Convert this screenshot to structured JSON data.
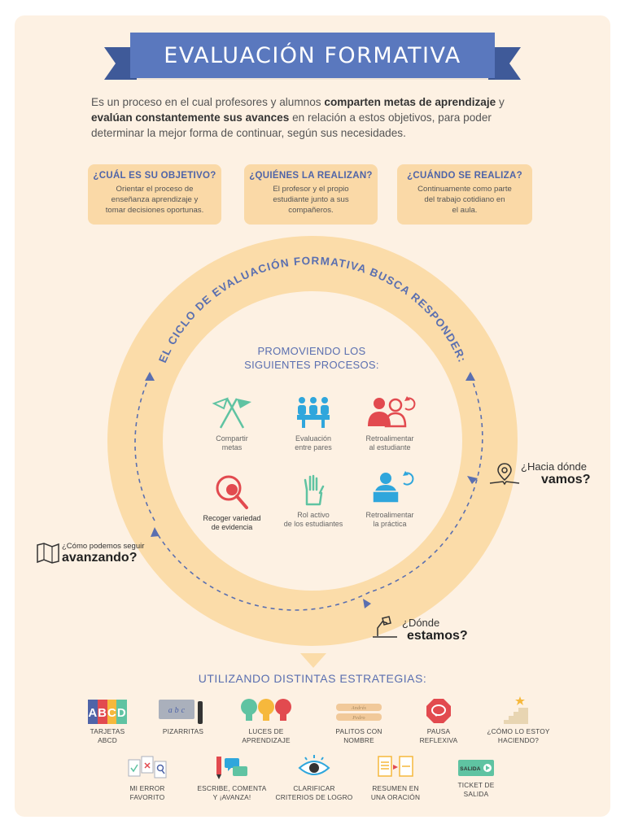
{
  "title": "EVALUACIÓN FORMATIVA",
  "intro": {
    "p1": "Es un proceso en el cual profesores y alumnos ",
    "b1": "comparten metas de aprendizaje",
    "p2": " y ",
    "b2": "evalúan constantemente sus avances",
    "p3": " en relación a estos objetivos, para poder determinar la mejor forma de continuar, según sus necesidades."
  },
  "info_boxes": [
    {
      "heading": "¿CUÁL ES SU OBJETIVO?",
      "line1": "Orientar el proceso de",
      "line2": "enseñanza aprendizaje y",
      "line3": "tomar decisiones oportunas."
    },
    {
      "heading": "¿QUIÉNES LA REALIZAN?",
      "line1": "El profesor y el propio",
      "line2": "estudiante junto a sus",
      "line3": "compañeros."
    },
    {
      "heading": "¿CUÁNDO SE REALIZA?",
      "line1": "Continuamente como parte",
      "line2": "del trabajo cotidiano en",
      "line3": "el aula."
    }
  ],
  "cycle": {
    "arc_text": "EL CICLO DE EVALUACIÓN FORMATIVA BUSCA RESPONDER:",
    "center_line1": "PROMOVIENDO LOS",
    "center_line2": "SIGUIENTES PROCESOS:",
    "processes": [
      {
        "line1": "Compartir",
        "line2": "metas"
      },
      {
        "line1": "Evaluación",
        "line2": "entre pares"
      },
      {
        "line1": "Retroalimentar",
        "line2": "al estudiante"
      },
      {
        "line1": "Recoger variedad",
        "line2": "de evidencia"
      },
      {
        "line1": "Rol activo",
        "line2": "de los estudiantes"
      },
      {
        "line1": "Retroalimentar",
        "line2": "la práctica"
      }
    ],
    "questions": {
      "hacia_small": "¿Hacia dónde",
      "hacia_big": "vamos?",
      "donde_small": "¿Dónde",
      "donde_big": "estamos?",
      "como_small": "¿Cómo podemos seguir",
      "como_big": "avanzando?"
    }
  },
  "strategies_title": "UTILIZANDO DISTINTAS ESTRATEGIAS:",
  "strategies_row1": [
    {
      "line1": "TARJETAS",
      "line2": "ABCD"
    },
    {
      "line1": "PIZARRITAS",
      "line2": ""
    },
    {
      "line1": "LUCES DE",
      "line2": "APRENDIZAJE"
    },
    {
      "line1": "PALITOS CON",
      "line2": "NOMBRE"
    },
    {
      "line1": "PAUSA",
      "line2": "REFLEXIVA"
    },
    {
      "line1": "¿CÓMO LO ESTOY",
      "line2": "HACIENDO?"
    }
  ],
  "strategies_row2": [
    {
      "line1": "MI ERROR",
      "line2": "FAVORITO"
    },
    {
      "line1": "ESCRIBE, COMENTA",
      "line2": "Y ¡AVANZA!"
    },
    {
      "line1": "CLARIFICAR",
      "line2": "CRITERIOS DE LOGRO"
    },
    {
      "line1": "RESUMEN EN",
      "line2": "UNA ORACIÓN"
    },
    {
      "line1": "TICKET DE",
      "line2": "SALIDA"
    }
  ],
  "icon_text": {
    "abcd": "ABCD",
    "pizarra": "a b c",
    "palito1": "Andrés",
    "palito2": "Pedro",
    "salida": "SALIDA"
  },
  "colors": {
    "bg": "#fdf1e3",
    "title_band": "#5a78be",
    "info_box": "#fad9a7",
    "ring": "#fbdca9",
    "accent_blue": "#5a6fb0",
    "red": "#e24a4f",
    "green": "#5fc3a2",
    "light_blue": "#2fa6dc"
  }
}
